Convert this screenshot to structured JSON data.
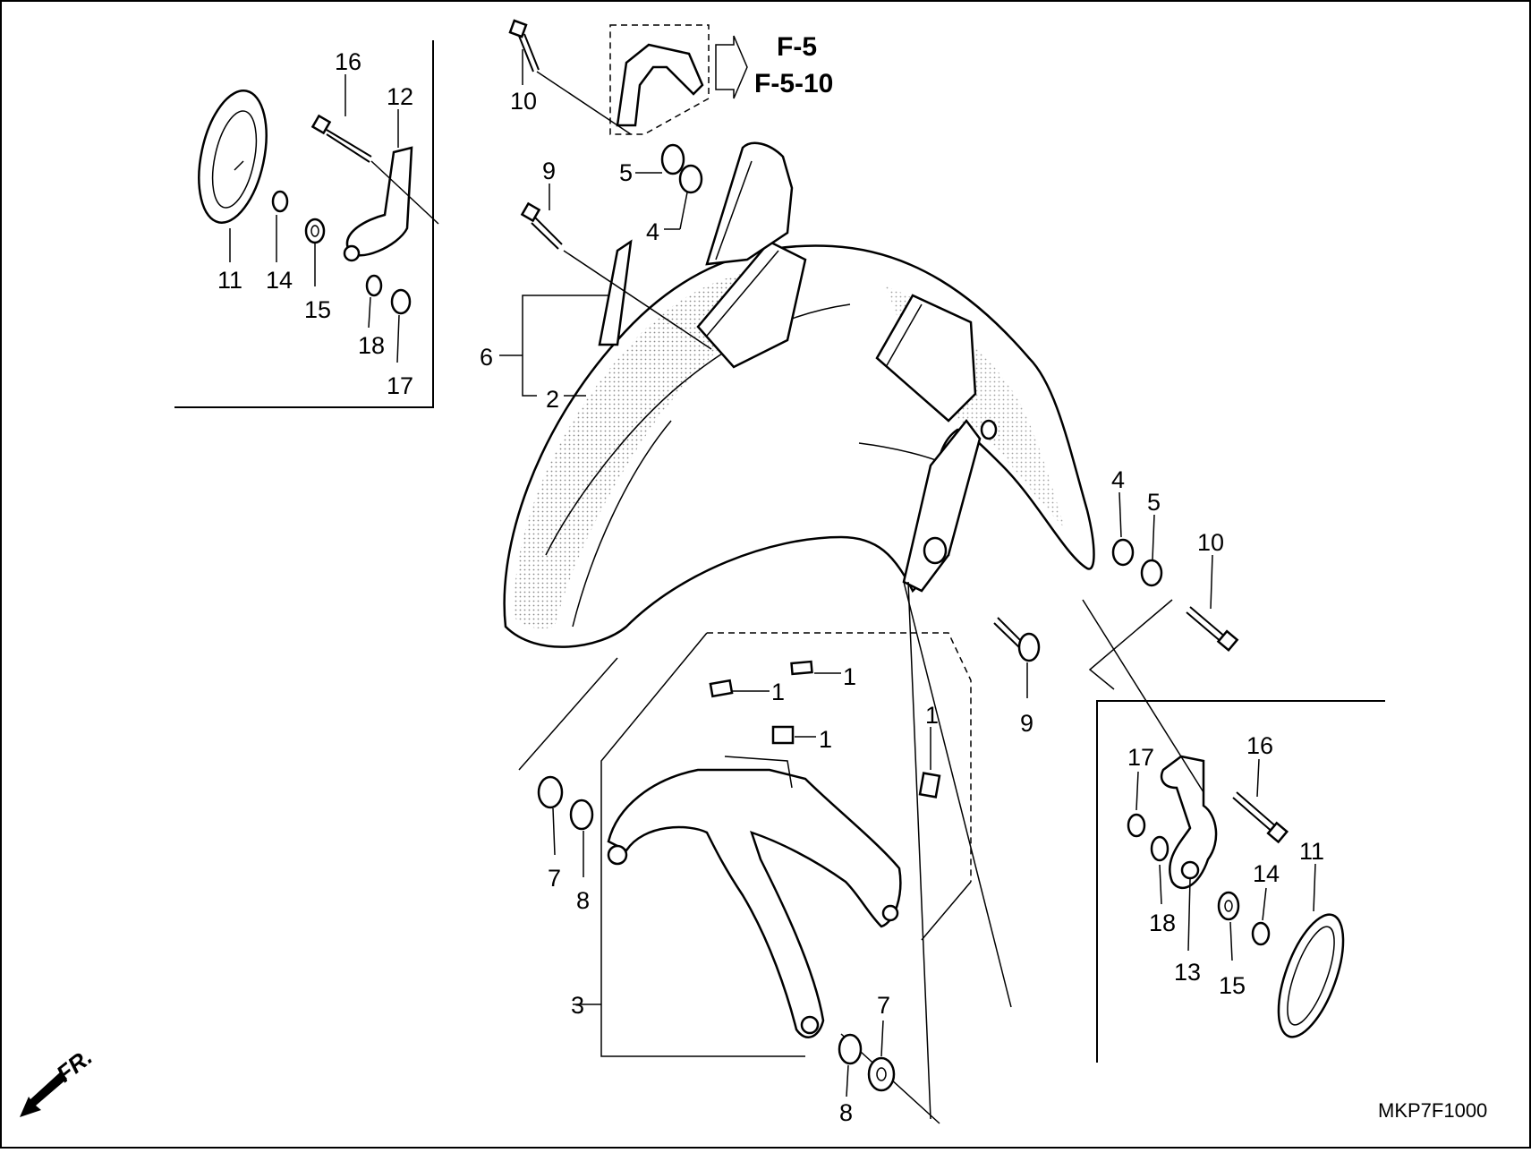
{
  "diagram": {
    "reference_code": "MKP7F1000",
    "direction_label": "FR.",
    "cross_reference": {
      "line1": "F-5",
      "line2": "F-5-10"
    },
    "callouts": {
      "c1a": "1",
      "c1b": "1",
      "c1c": "1",
      "c1d": "1",
      "c2": "2",
      "c3": "3",
      "c4a": "4",
      "c4b": "4",
      "c5a": "5",
      "c5b": "5",
      "c6": "6",
      "c7a": "7",
      "c7b": "7",
      "c8a": "8",
      "c8b": "8",
      "c9a": "9",
      "c9b": "9",
      "c10a": "10",
      "c10b": "10",
      "c11a": "11",
      "c11b": "11",
      "c12": "12",
      "c13": "13",
      "c14a": "14",
      "c14b": "14",
      "c15a": "15",
      "c15b": "15",
      "c16a": "16",
      "c16b": "16",
      "c17a": "17",
      "c17b": "17",
      "c18a": "18",
      "c18b": "18"
    }
  }
}
